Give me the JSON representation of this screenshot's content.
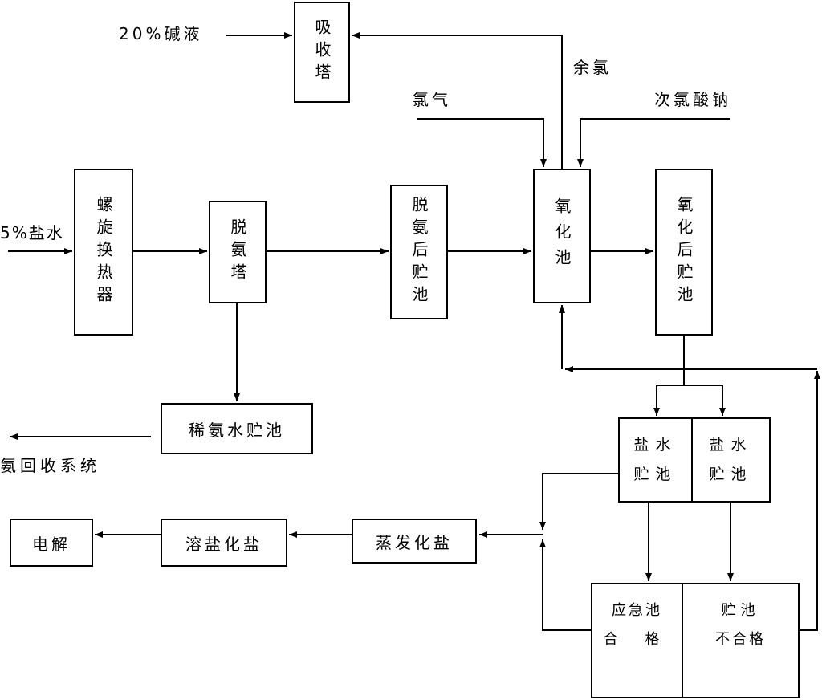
{
  "inputs": {
    "alkali": "20%碱液",
    "residual_chlorine": "余氯",
    "chlorine_gas": "氯气",
    "sodium_hypochlorite": "次氯酸钠",
    "brine_feed": "5%盐水",
    "ammonia_recovery": "氨回收系统"
  },
  "units": {
    "absorber": "吸收塔",
    "spiral_heat_exchanger": "螺旋换热器",
    "deammonia_tower": "脱氨塔",
    "post_deammonia_tank": "脱氨后贮池",
    "oxidation_tank": "氧化池",
    "post_oxidation_tank": "氧化后贮池",
    "dilute_ammonia_tank": "稀氨水贮池",
    "brine_tank_a": {
      "line1": "盐水",
      "line2": "贮池"
    },
    "brine_tank_b": {
      "line1": "盐水",
      "line2": "贮池"
    },
    "emergency_tank": {
      "line1": "应急池",
      "line2": "合 格"
    },
    "storage_tank": {
      "line1": "贮池",
      "line2": "不合格"
    },
    "evaporation": "蒸发化盐",
    "salt_dissolving": "溶盐化盐",
    "electrolysis": "电解"
  },
  "colors": {
    "line": "#000000",
    "background": "#ffffff"
  }
}
